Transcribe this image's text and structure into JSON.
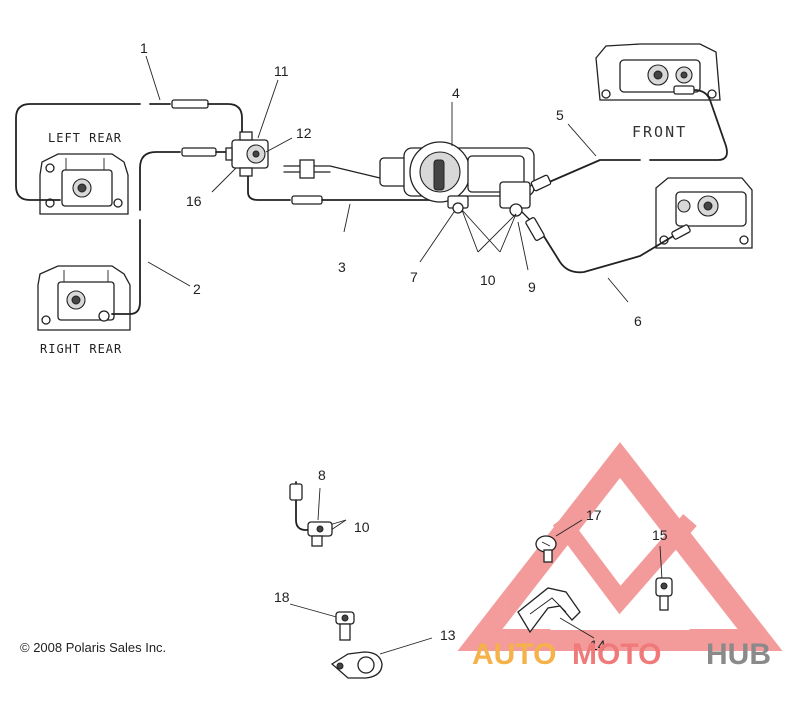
{
  "labels": {
    "left_rear": "LEFT REAR",
    "right_rear": "RIGHT REAR",
    "front": "FRONT"
  },
  "callouts": {
    "c1": "1",
    "c2": "2",
    "c3": "3",
    "c4": "4",
    "c5": "5",
    "c6": "6",
    "c7": "7",
    "c8": "8",
    "c9": "9",
    "c10": "10",
    "c10b": "10",
    "c11": "11",
    "c12": "12",
    "c13": "13",
    "c14": "14",
    "c15": "15",
    "c16": "16",
    "c17": "17",
    "c18": "18"
  },
  "copyright": "© 2008 Polaris Sales Inc.",
  "watermark": {
    "auto": "AUTO",
    "moto": "MOTO",
    "hub": "HUB",
    "color_auto": "#f5b24a",
    "color_moto": "#f07a7a",
    "color_hub": "#8a8a8a",
    "logo_color": "#f07a7a"
  }
}
